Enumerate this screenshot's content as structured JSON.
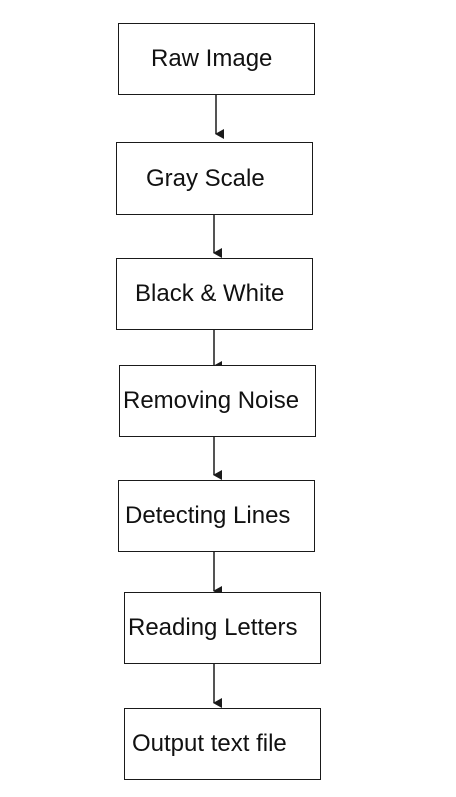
{
  "flowchart": {
    "steps": [
      {
        "label": "Raw Image"
      },
      {
        "label": "Gray Scale"
      },
      {
        "label": "Black & White"
      },
      {
        "label": "Removing Noise"
      },
      {
        "label": "Detecting Lines"
      },
      {
        "label": "Reading Letters"
      },
      {
        "label": "Output text file"
      }
    ]
  },
  "colors": {
    "line": "#1a1a1a",
    "background": "#ffffff",
    "text": "#111111"
  }
}
